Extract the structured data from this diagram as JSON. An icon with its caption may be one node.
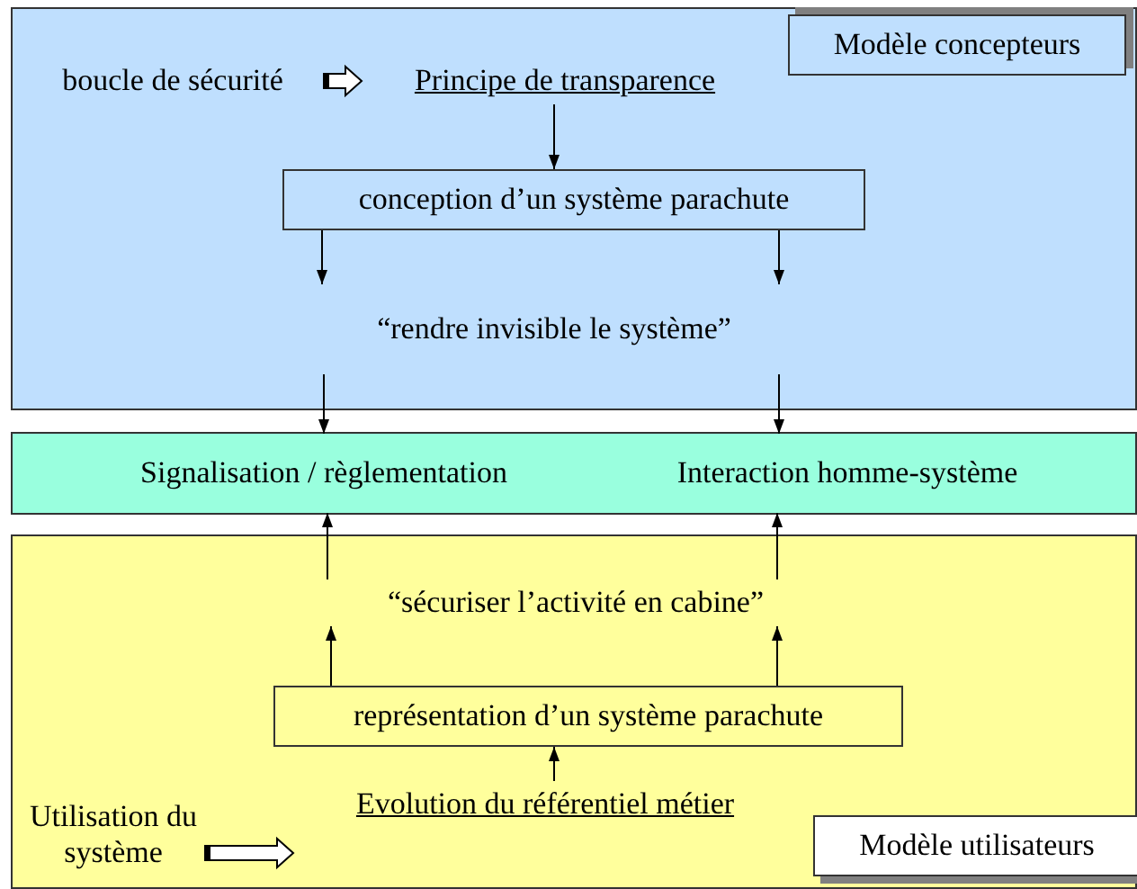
{
  "diagram": {
    "nodes": [
      {
        "text": [],
        "shape": "box"
      },
      {
        "text": [
          "Modèle concepteurs"
        ],
        "in": 0
      },
      {
        "text": [
          "boucle de sécurité"
        ],
        "in": 0
      },
      {
        "text": [
          "Principe de transparence"
        ],
        "in": 0
      },
      {
        "text": [
          "conception d’un système parachute"
        ],
        "in": 0
      },
      {
        "text": [
          "“rendre invisible le système”"
        ],
        "in": 0
      },
      {
        "text": [],
        "shape": "box"
      },
      {
        "text": [
          "Signalisation / règlementation"
        ],
        "in": 6
      },
      {
        "text": [
          "Interaction homme-système"
        ],
        "in": 6
      },
      {
        "text": [],
        "shape": "box"
      },
      {
        "text": [
          "“sécuriser l’activité en cabine”"
        ],
        "in": 9
      },
      {
        "text": [
          "représentation d’un système parachute"
        ],
        "in": 9
      },
      {
        "text": [
          "Utilisation du système"
        ],
        "in": 9
      },
      {
        "text": [
          "Evolution du référentiel métier"
        ],
        "in": 9
      },
      {
        "text": [
          "Modèle utilisateurs"
        ],
        "in": 9
      }
    ],
    "edges": [
      {
        "from": 2,
        "to": 3,
        "arrow": "to",
        "style": "thick"
      },
      {
        "from": 3,
        "to": 4,
        "arrow": "to"
      },
      {
        "from": 4,
        "to": 5,
        "arrow": "to"
      },
      {
        "from": 4,
        "to": 5,
        "arrow": "to"
      },
      {
        "from": 5,
        "to": 7,
        "arrow": "to"
      },
      {
        "from": 5,
        "to": 8,
        "arrow": "to"
      },
      {
        "from": 10,
        "to": 7,
        "arrow": "to"
      },
      {
        "from": 10,
        "to": 8,
        "arrow": "to"
      },
      {
        "from": 11,
        "to": 10,
        "arrow": "to"
      },
      {
        "from": 11,
        "to": 10,
        "arrow": "to"
      },
      {
        "from": 13,
        "to": 11,
        "arrow": "to"
      },
      {
        "from": 12,
        "to": 13,
        "arrow": "to",
        "style": "thick"
      }
    ]
  }
}
